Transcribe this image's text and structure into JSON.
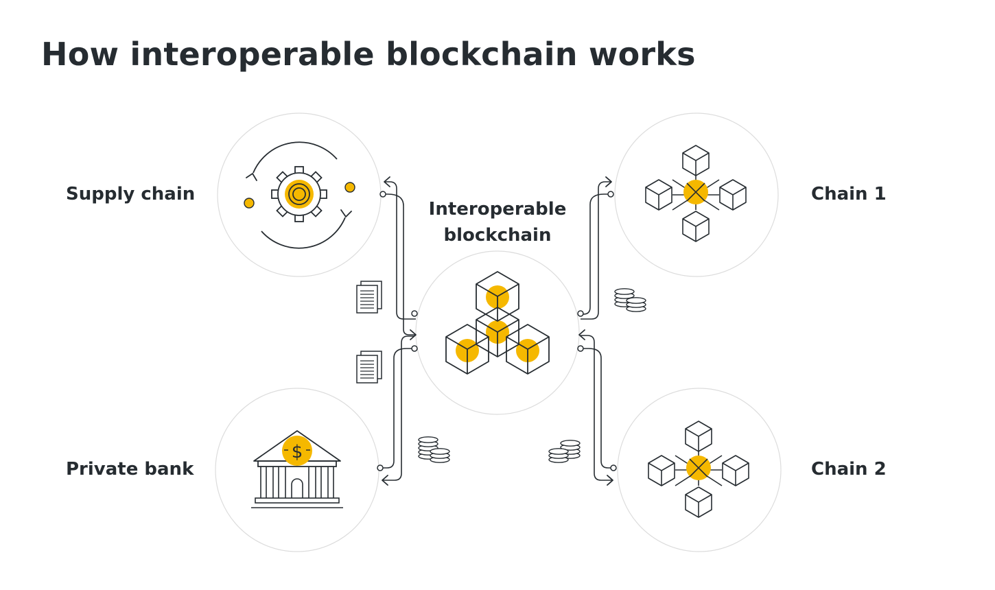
{
  "title": "How interoperable blockchain works",
  "center": {
    "line1": "Interoperable",
    "line2": "blockchain"
  },
  "nodes": {
    "supply_chain": "Supply chain",
    "private_bank": "Private bank",
    "chain_1": "Chain 1",
    "chain_2": "Chain 2"
  },
  "colors": {
    "accent": "#f5b800",
    "ink": "#262c31",
    "circle": "#dcdcdc"
  },
  "icons": {
    "supply": "gear-cycle-icon",
    "bank": "bank-dollar-icon",
    "chain1": "cube-network-icon",
    "chain2": "cube-network-icon",
    "center": "hexagon-cubes-icon"
  }
}
